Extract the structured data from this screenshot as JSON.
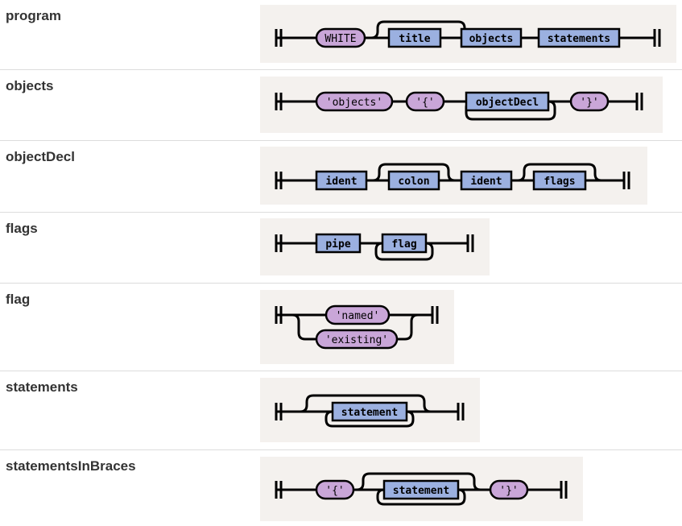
{
  "rules": [
    {
      "name": "program",
      "nodes": [
        {
          "label": "WHITE",
          "kind": "terminal"
        },
        {
          "label": "title",
          "kind": "nonterminal",
          "optional": true
        },
        {
          "label": "objects",
          "kind": "nonterminal"
        },
        {
          "label": "statements",
          "kind": "nonterminal"
        }
      ]
    },
    {
      "name": "objects",
      "nodes": [
        {
          "label": "'objects'",
          "kind": "terminal"
        },
        {
          "label": "'{'",
          "kind": "terminal"
        },
        {
          "label": "objectDecl",
          "kind": "nonterminal",
          "repeat": true
        },
        {
          "label": "'}'",
          "kind": "terminal"
        }
      ]
    },
    {
      "name": "objectDecl",
      "nodes": [
        {
          "label": "ident",
          "kind": "nonterminal"
        },
        {
          "label": "colon",
          "kind": "nonterminal",
          "optional": true
        },
        {
          "label": "ident",
          "kind": "nonterminal"
        },
        {
          "label": "flags",
          "kind": "nonterminal",
          "optional": true
        }
      ]
    },
    {
      "name": "flags",
      "nodes": [
        {
          "label": "pipe",
          "kind": "nonterminal"
        },
        {
          "label": "flag",
          "kind": "nonterminal",
          "repeat": true
        }
      ]
    },
    {
      "name": "flag",
      "nodes": [
        {
          "label": "'named'",
          "kind": "terminal",
          "choice": 1
        },
        {
          "label": "'existing'",
          "kind": "terminal",
          "choice": 2
        }
      ]
    },
    {
      "name": "statements",
      "nodes": [
        {
          "label": "statement",
          "kind": "nonterminal",
          "optional": true,
          "repeat": true
        }
      ]
    },
    {
      "name": "statementsInBraces",
      "nodes": [
        {
          "label": "'{'",
          "kind": "terminal"
        },
        {
          "label": "statement",
          "kind": "nonterminal",
          "optional": true,
          "repeat": true
        },
        {
          "label": "'}'",
          "kind": "terminal"
        }
      ]
    }
  ]
}
